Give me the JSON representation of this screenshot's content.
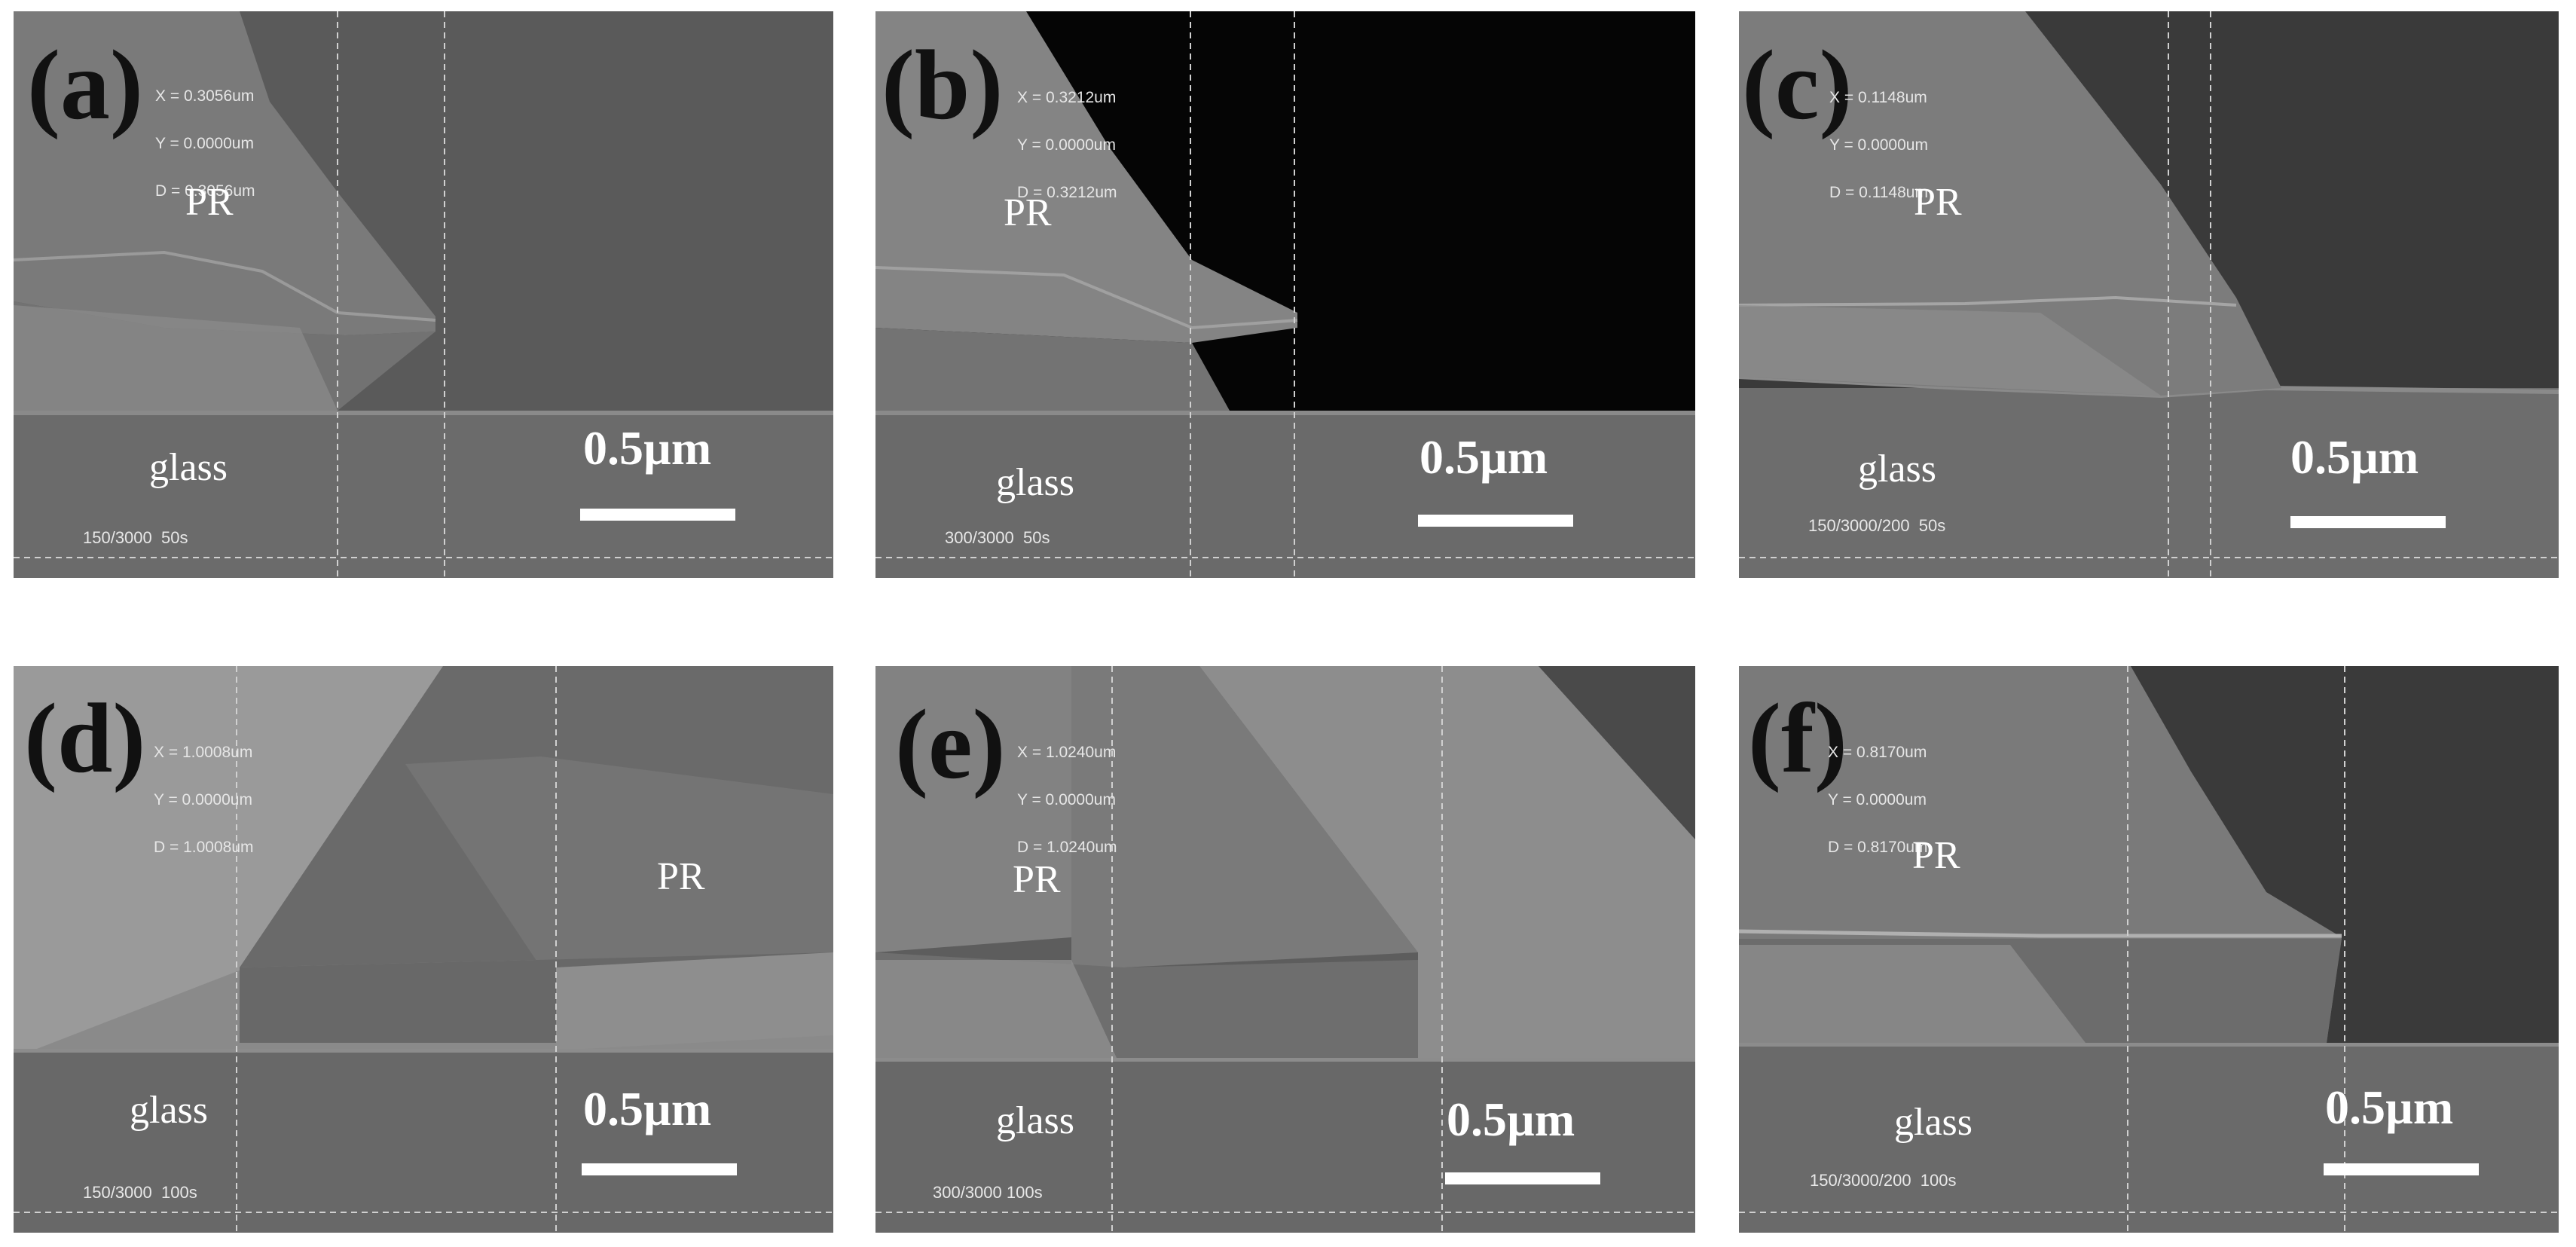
{
  "panels": [
    {
      "id": "a",
      "label": "(a)",
      "meas": [
        "X = 0.3056um",
        "Y = 0.0000um",
        "D = 0.3056um"
      ],
      "pr": "PR",
      "glass": "glass",
      "scale": "0.5µm",
      "condition": "150/3000  50s"
    },
    {
      "id": "b",
      "label": "(b)",
      "meas": [
        "X = 0.3212um",
        "Y = 0.0000um",
        "D = 0.3212um"
      ],
      "pr": "PR",
      "glass": "glass",
      "scale": "0.5µm",
      "condition": "300/3000  50s"
    },
    {
      "id": "c",
      "label": "(c)",
      "meas": [
        "X = 0.1148um",
        "Y = 0.0000um",
        "D = 0.1148um"
      ],
      "pr": "PR",
      "glass": "glass",
      "scale": "0.5µm",
      "condition": "150/3000/200  50s"
    },
    {
      "id": "d",
      "label": "(d)",
      "meas": [
        "X = 1.0008um",
        "Y = 0.0000um",
        "D = 1.0008um"
      ],
      "pr": "PR",
      "glass": "glass",
      "scale": "0.5µm",
      "condition": "150/3000  100s"
    },
    {
      "id": "e",
      "label": "(e)",
      "meas": [
        "X = 1.0240um",
        "Y = 0.0000um",
        "D = 1.0240um"
      ],
      "pr": "PR",
      "glass": "glass",
      "scale": "0.5µm",
      "condition": "300/3000 100s"
    },
    {
      "id": "f",
      "label": "(f)",
      "meas": [
        "X = 0.8170um",
        "Y = 0.0000um",
        "D = 0.8170um"
      ],
      "pr": "PR",
      "glass": "glass",
      "scale": "0.5µm",
      "condition": "150/3000/200  100s"
    }
  ]
}
